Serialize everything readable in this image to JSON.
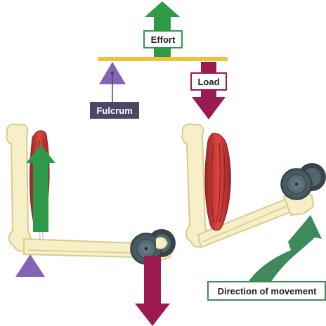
{
  "labels": {
    "effort": "Effort",
    "load": "Load",
    "fulcrum": "Fulcrum",
    "direction": "Direction of movement"
  },
  "colors": {
    "effort_green": "#2e9a48",
    "load_crimson": "#9b1a4f",
    "fulcrum_purple": "#8464b4",
    "beam_yellow": "#f0c23a",
    "bone_cream": "#f7efc7",
    "bone_outline": "#d8cb8e",
    "muscle_red": "#c93a35",
    "weight_grey": "#51666e",
    "fulcrum_label_bg": "#4a4a66",
    "direction_arrow": "#3e8a5a"
  }
}
